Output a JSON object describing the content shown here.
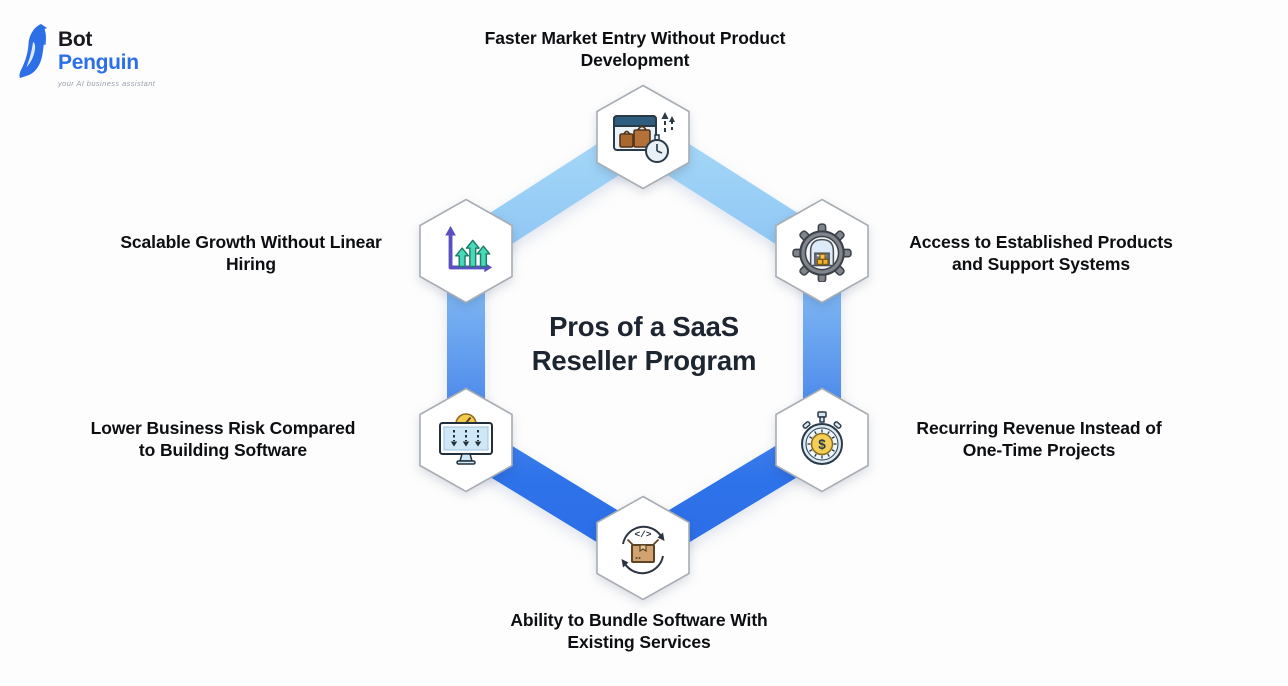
{
  "logo": {
    "brand_top": "Bot",
    "brand_bottom": "Penguin",
    "tagline": "your AI business assistant"
  },
  "title": {
    "line1": "Pros of a SaaS",
    "line2": "Reseller Program"
  },
  "nodes": [
    {
      "id": "faster-market-entry",
      "position": "top",
      "icon": "market-entry-storefront-clock-icon",
      "label_line1": "Faster Market Entry Without Product",
      "label_line2": "Development"
    },
    {
      "id": "established-products",
      "position": "top-right",
      "icon": "gear-warehouse-icon",
      "label_line1": "Access to Established Products",
      "label_line2": "and Support Systems"
    },
    {
      "id": "recurring-revenue",
      "position": "bottom-right",
      "icon": "dollar-stopwatch-icon",
      "label_line1": "Recurring Revenue Instead of",
      "label_line2": "One-Time Projects"
    },
    {
      "id": "bundle-software",
      "position": "bottom",
      "icon": "package-code-cycle-icon",
      "label_line1": "Ability to Bundle Software With",
      "label_line2": "Existing Services"
    },
    {
      "id": "lower-business-risk",
      "position": "bottom-left",
      "icon": "monitor-download-gauge-icon",
      "label_line1": "Lower Business Risk Compared",
      "label_line2": "to Building Software"
    },
    {
      "id": "scalable-growth",
      "position": "top-left",
      "icon": "growth-bars-arrows-icon",
      "label_line1": "Scalable Growth Without Linear",
      "label_line2": "Hiring"
    }
  ],
  "colors": {
    "background": "#fdfdfd",
    "ring_gradient_top": "#a9dbf8",
    "ring_gradient_mid": "#5f9aee",
    "ring_gradient_bottom": "#2a6ce6",
    "hex_tile_fill": "#ffffff",
    "hex_tile_border": "#a8adb3",
    "title_text": "#1d2531",
    "label_text": "#0c0e11",
    "brand_blue": "#2d6fe6"
  }
}
